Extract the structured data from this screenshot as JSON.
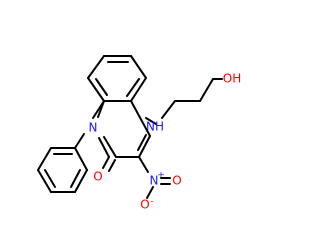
{
  "structure": {
    "atoms": {
      "ring_nitrogen": "N",
      "carbonyl_oxygen": "O",
      "amine": "NH",
      "hydroxyl": "OH",
      "nitro_nitrogen": "N",
      "nitro_nitrogen_charge": "+",
      "nitro_oxygen_upper": "O",
      "nitro_oxygen_lower": "O",
      "nitro_oxygen_lower_charge": "-"
    },
    "colors": {
      "carbon_bond": "#000000",
      "nitrogen": "#1a1aff",
      "oxygen": "#ff0000"
    }
  }
}
